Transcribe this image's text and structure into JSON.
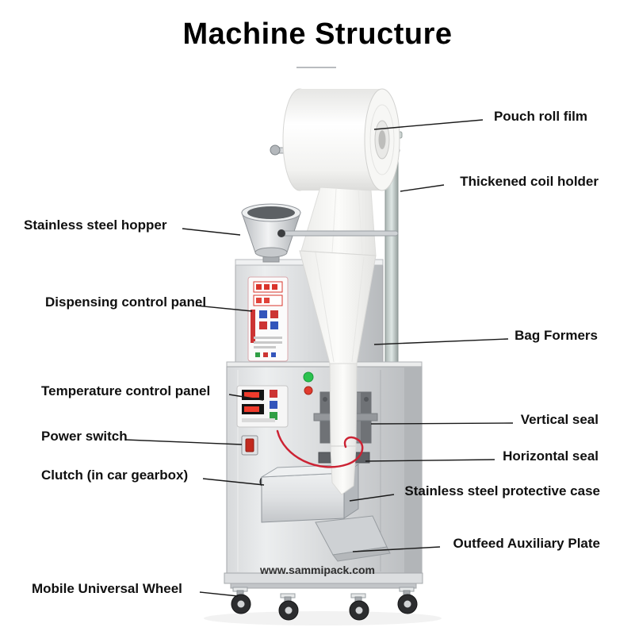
{
  "title": "Machine Structure",
  "watermark": "www.sammipack.com",
  "labels": {
    "pouch_roll_film": "Pouch roll film",
    "thickened_coil_holder": "Thickened coil holder",
    "stainless_steel_hopper": "Stainless steel hopper",
    "dispensing_control_panel": "Dispensing control panel",
    "bag_formers": "Bag Formers",
    "temperature_control_panel": "Temperature control panel",
    "vertical_seal": "Vertical seal",
    "power_switch": "Power switch",
    "horizontal_seal": "Horizontal seal",
    "clutch_in_car_gearbox": "Clutch (in car gearbox)",
    "stainless_steel_protective_case": "Stainless steel protective case",
    "outfeed_auxiliary_plate": "Outfeed Auxiliary Plate",
    "mobile_universal_wheel": "Mobile Universal Wheel"
  }
}
